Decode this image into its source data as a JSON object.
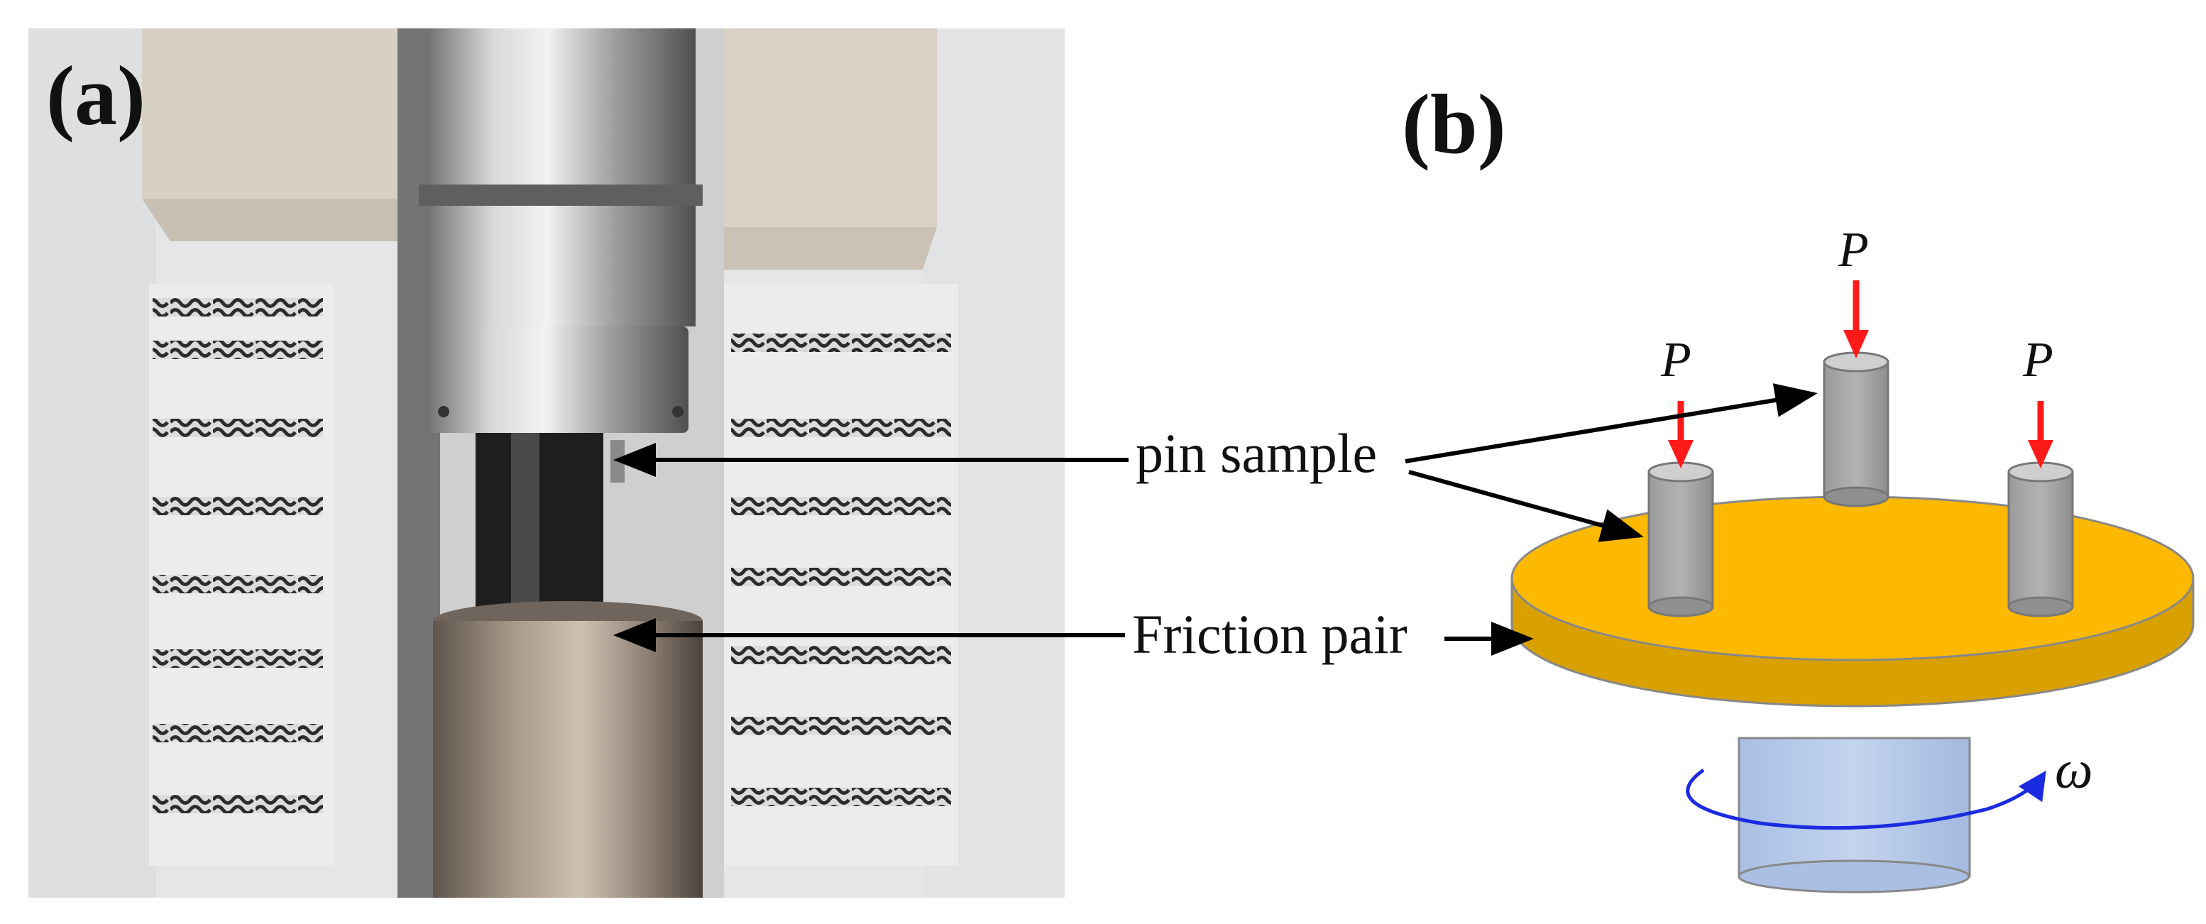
{
  "figure": {
    "panel_a_label": "(a)",
    "panel_b_label": "(b)",
    "callouts": {
      "pin_sample": "pin sample",
      "friction_pair": "Friction pair"
    },
    "load_symbol": "P",
    "rotation_symbol": "ω",
    "load_symbols": [
      "P",
      "P",
      "P"
    ]
  },
  "colors": {
    "disk_top": "#FDB900",
    "disk_side": "#D9A100",
    "pin": "#A8A8A8",
    "pin_top": "#C8C8C8",
    "shaft": "#B4C7E7",
    "load_arrow": "#FF1A1A",
    "rotation_arrow": "#1A2BE0",
    "callout_arrow": "#000000"
  }
}
